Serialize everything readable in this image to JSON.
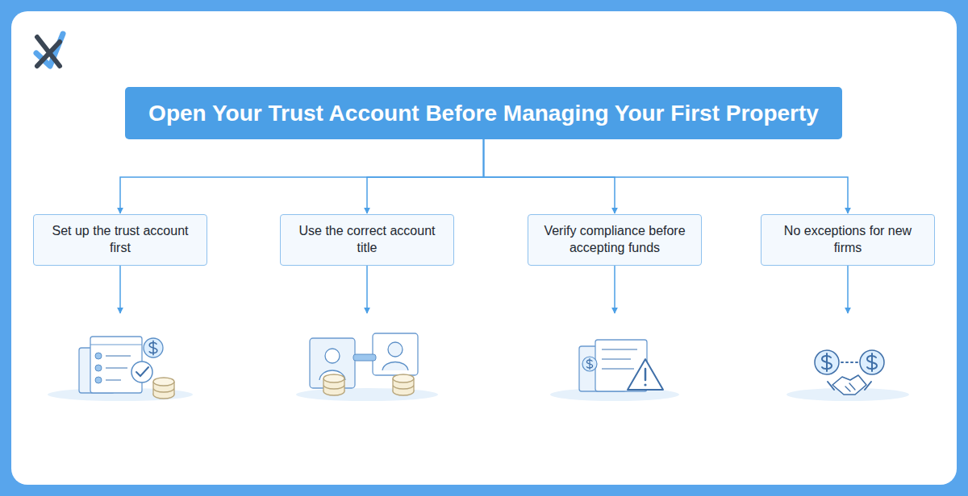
{
  "diagram": {
    "nodes": [
      {
        "text": [
          "Open Your Trust Account Before Managing Your First Property"
        ]
      },
      {
        "text": [
          "Set up the trust account first"
        ]
      },
      {
        "text": [
          "Use the correct account title"
        ]
      },
      {
        "text": [
          "Verify compliance before accepting funds"
        ]
      },
      {
        "text": [
          "No exceptions for new firms"
        ]
      }
    ],
    "edges": [
      {
        "from": 0,
        "to": 1,
        "arrow": "to"
      },
      {
        "from": 0,
        "to": 2,
        "arrow": "to"
      },
      {
        "from": 0,
        "to": 3,
        "arrow": "to"
      },
      {
        "from": 0,
        "to": 4,
        "arrow": "to"
      }
    ]
  }
}
